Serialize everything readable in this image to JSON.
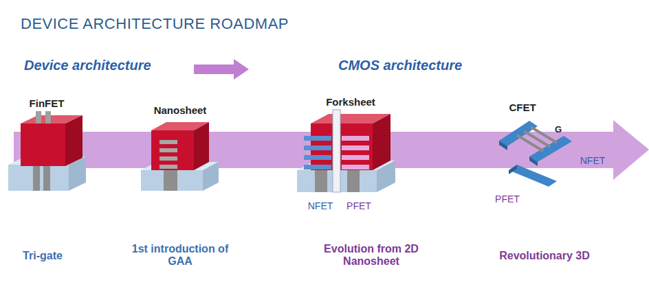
{
  "diagram": {
    "title": "DEVICE ARCHITECTURE ROADMAP",
    "labels": [
      "Device architecture",
      "CMOS architecture",
      "FinFET",
      "Nanosheet",
      "Forksheet",
      "CFET",
      "G",
      "NFET",
      "PFET",
      "NFET",
      "PFET",
      "Tri-gate",
      "1st introduction of GAA",
      "Evolution from 2D Nanosheet",
      "Revolutionary 3D"
    ]
  }
}
